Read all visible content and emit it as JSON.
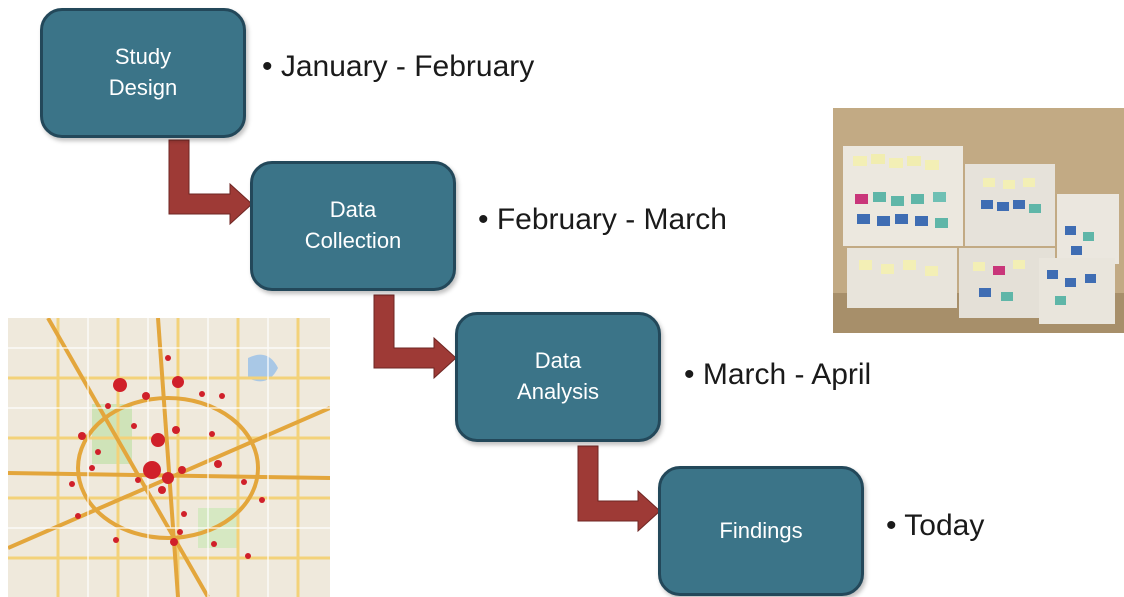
{
  "steps": [
    {
      "label": "Study\nDesign",
      "period": "• January - February"
    },
    {
      "label": "Data\nCollection",
      "period": "• February - March"
    },
    {
      "label": "Data\nAnalysis",
      "period": "• March - April"
    },
    {
      "label": "Findings",
      "period": "• Today"
    }
  ],
  "colors": {
    "box_fill": "#3b7488",
    "box_border": "#23485a",
    "arrow": "#9e3a36",
    "map_dot": "#d0202a"
  },
  "images": [
    {
      "icon": "sticky-notes-wall-photo"
    },
    {
      "icon": "city-map-with-dots"
    }
  ]
}
